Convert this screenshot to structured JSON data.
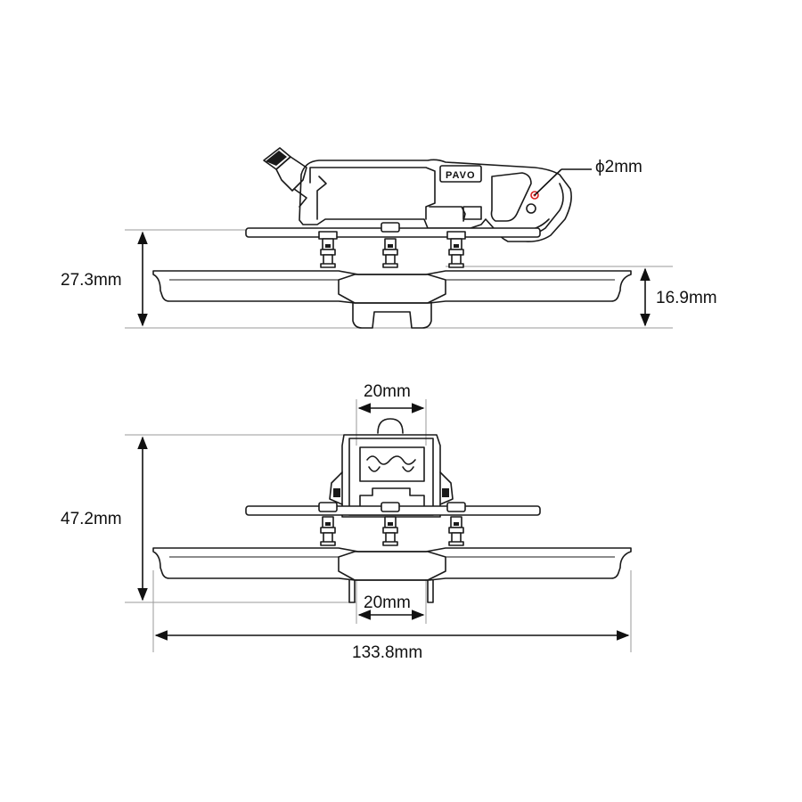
{
  "brand_label": "PAVO",
  "side_view": {
    "height_total": "27.3mm",
    "height_lower": "16.9mm",
    "hole_diameter": "ϕ2mm"
  },
  "front_view": {
    "height_total": "47.2mm",
    "top_width": "20mm",
    "bottom_width": "20mm",
    "overall_width": "133.8mm"
  },
  "colors": {
    "line": "#1a1a1a",
    "extension_line": "#9a9a9a",
    "hole_marker": "#d81e1e"
  }
}
